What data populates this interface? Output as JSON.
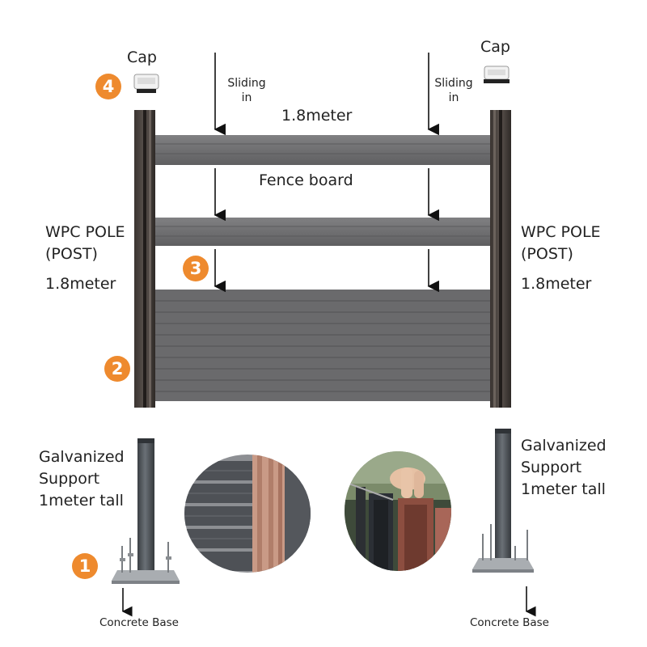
{
  "labels": {
    "cap_left": "Cap",
    "cap_right": "Cap",
    "sliding_left": "Sliding in",
    "sliding_right": "Sliding in",
    "width": "1.8meter",
    "fence_board": "Fence board",
    "pole_left": [
      "WPC POLE",
      "(POST)",
      "1.8meter"
    ],
    "pole_right": [
      "WPC POLE",
      "(POST)",
      "1.8meter"
    ],
    "support_left": [
      "Galvanized",
      "Support",
      "1meter tall"
    ],
    "support_right": [
      "Galvanized",
      "Support",
      "1meter tall"
    ],
    "base_left": "Concrete Base",
    "base_right": "Concrete Base"
  },
  "steps": [
    "1",
    "2",
    "3",
    "4"
  ],
  "colors": {
    "badge": "#ee8a2e",
    "post": "#4d4642",
    "board": "#6e6e70",
    "steel": "#4e5358",
    "wpc_wood": "#9a5a48",
    "background": "#ffffff"
  }
}
